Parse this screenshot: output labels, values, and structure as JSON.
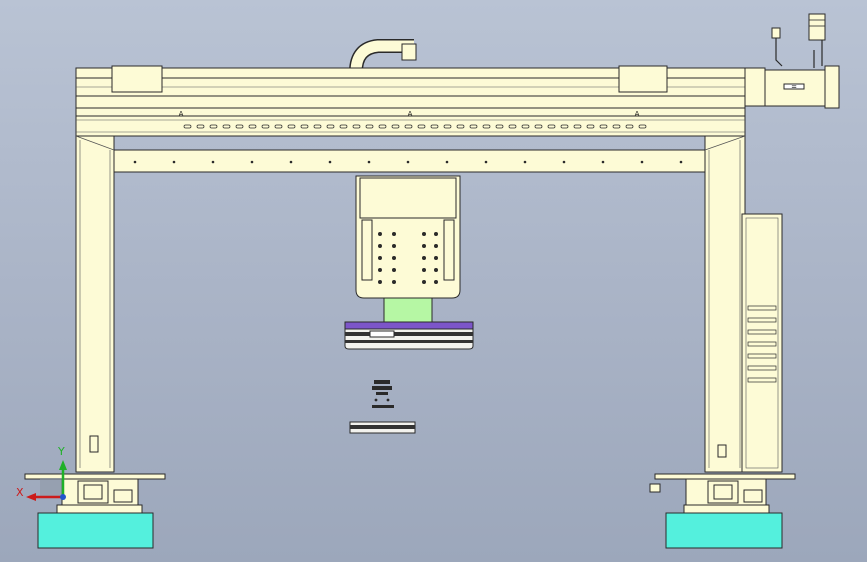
{
  "scene": {
    "type": "cad-gantry-front-view",
    "colors": {
      "background_top": "#b9c3d4",
      "background_bottom": "#9ca7bb",
      "frame": "#fdfbd6",
      "outline": "#2a2a2a",
      "gripper_green": "#b6f7a4",
      "purple_plate": "#7c55c9",
      "base_block": "#54f0dd",
      "servo_motor": "#fdfbd6",
      "axis_x": "#cc1b1b",
      "axis_y": "#1fb028"
    }
  },
  "rail_marks": [
    "A",
    "A",
    "A"
  ],
  "motor_label": "=",
  "triad": {
    "x_label": "X",
    "y_label": "Y"
  }
}
